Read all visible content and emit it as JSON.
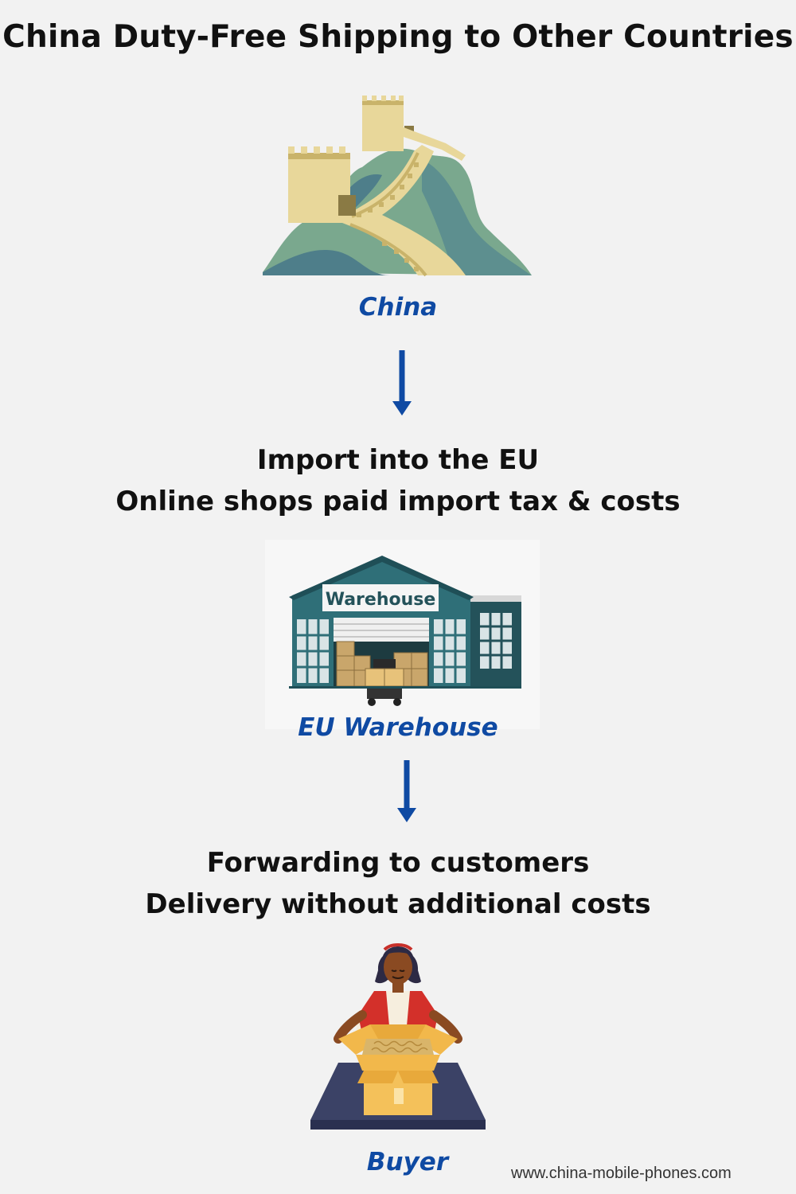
{
  "title": "China Duty-Free Shipping to Other Countries",
  "china": {
    "label": "China",
    "icon": "great-wall-icon"
  },
  "step1": {
    "line1": "Import into the EU",
    "line2": "Online shops paid import tax & costs"
  },
  "warehouse": {
    "label": "EU Warehouse",
    "sign": "Warehouse",
    "icon": "warehouse-icon"
  },
  "step2": {
    "line1": "Forwarding to customers",
    "line2": "Delivery without additional costs"
  },
  "buyer": {
    "label": "Buyer",
    "icon": "buyer-with-box-icon"
  },
  "footer": "www.china-mobile-phones.com",
  "colors": {
    "background": "#f2f2f2",
    "caption": "#0f4aa3",
    "arrow": "#0f4aa3",
    "warehouse_wall": "#2f6f78"
  }
}
